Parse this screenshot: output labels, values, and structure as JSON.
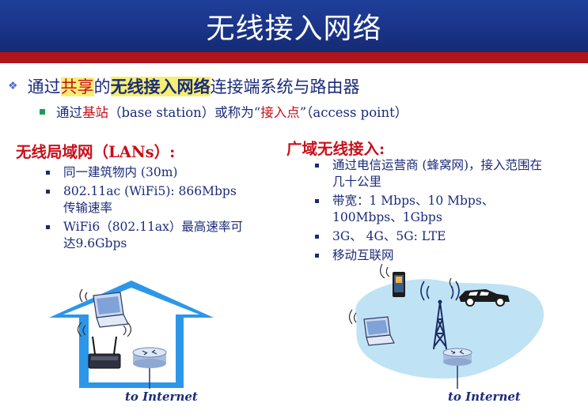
{
  "title": "无线接入网络",
  "bullet1": {
    "p1": "通过",
    "p2": "共享",
    "p3": "的",
    "p4": "无线接入网络",
    "p5": "连接端系统与路由器"
  },
  "bullet2": {
    "p1": "通过",
    "p2": "基站",
    "p3": "（base station）或称为“",
    "p4": "接入点",
    "p5": "”（access point）"
  },
  "lans": {
    "heading": "无线局域网（LANs）:",
    "items": [
      "同一建筑物内 (30m)",
      "802.11ac (WiFi5): 866Mbps传输速率",
      "WiFi6（802.11ax）最高速率可达9.6Gbps"
    ],
    "caption": "to Internet"
  },
  "wide": {
    "heading": "广域无线接入:",
    "items": [
      "通过电信运营商 (蜂窝网)，接入范围在几十公里",
      "带宽：1 Mbps、10 Mbps、100Mbps、1Gbps",
      "3G、 4G、5G:  LTE",
      "移动互联网"
    ],
    "caption": "to Internet"
  },
  "icons": [
    "laptop-icon",
    "wireless-router-icon",
    "router-icon",
    "smartphone-icon",
    "car-icon",
    "cell-tower-icon"
  ],
  "colors": {
    "title_bar": "#1a3488",
    "rule": "#b0141c",
    "text": "#1b2b7a",
    "accent_red": "#c8101b",
    "highlight": "#f5ef73",
    "house": "#2c97e8",
    "cell_area": "#bfe3f5"
  }
}
